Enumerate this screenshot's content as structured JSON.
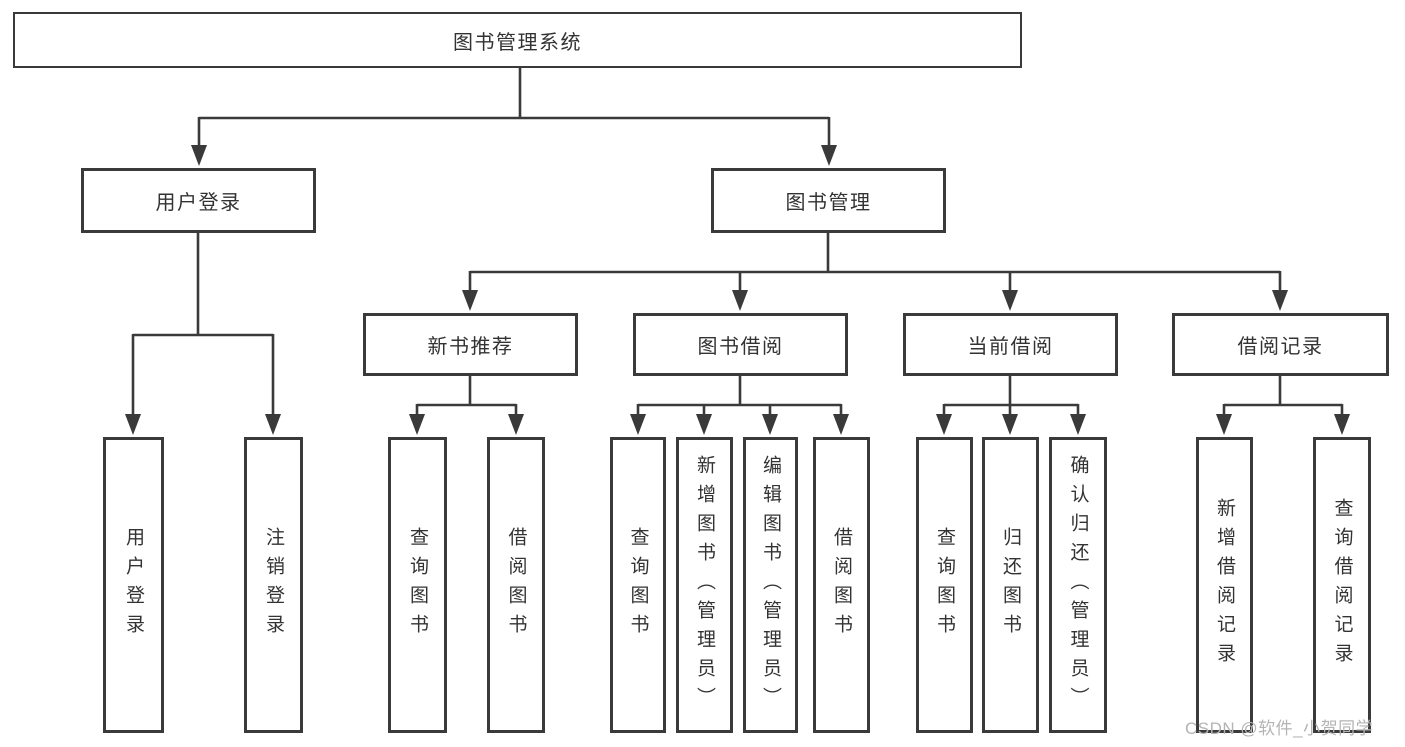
{
  "colors": {
    "line": "#3a3a3a",
    "text": "#333333",
    "background": "#ffffff",
    "watermark": "#b4b4b4"
  },
  "diagram": {
    "root": "图书管理系统",
    "level2": {
      "user_login": "用户登录",
      "book_mgmt": "图书管理"
    },
    "level3": {
      "new_books": "新书推荐",
      "book_borrow": "图书借阅",
      "current_borrow": "当前借阅",
      "borrow_records": "借阅记录"
    },
    "leaves": {
      "user_login": [
        "用户登录",
        "注销登录"
      ],
      "new_books": [
        "查询图书",
        "借阅图书"
      ],
      "book_borrow": [
        "查询图书",
        "新增图书（管理员）",
        "编辑图书（管理员）",
        "借阅图书"
      ],
      "current_borrow": [
        "查询图书",
        "归还图书",
        "确认归还（管理员）"
      ],
      "borrow_records": [
        "新增借阅记录",
        "查询借阅记录"
      ]
    }
  },
  "watermark": "CSDN @软件_小贺同学"
}
